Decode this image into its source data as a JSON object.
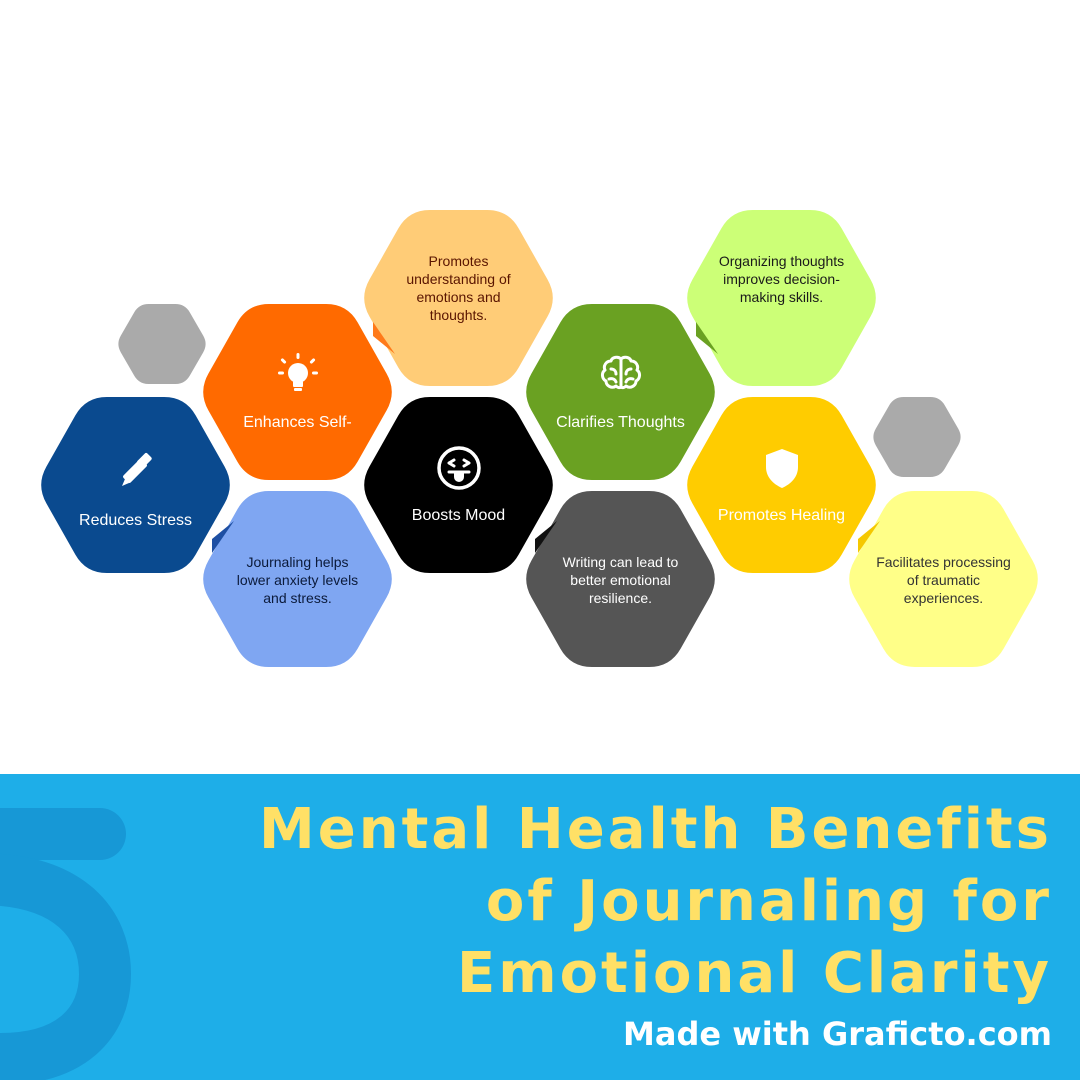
{
  "title": "Mental Health Benefits of Journaling for Emotional Clarity",
  "credit": "Made with Graficto.com",
  "hexagons": [
    {
      "id": "reduces-stress",
      "kind": "label",
      "label": "Reduces Stress",
      "icon": "pen-icon",
      "color": "#0a4a8f",
      "text_color": "#ffffff"
    },
    {
      "id": "enhances-self",
      "kind": "label",
      "label": "Enhances Self-",
      "icon": "lightbulb-icon",
      "color": "#ff6a00",
      "text_color": "#ffffff"
    },
    {
      "id": "boosts-mood",
      "kind": "label",
      "label": "Boosts Mood",
      "icon": "tongue-face-icon",
      "color": "#000000",
      "text_color": "#ffffff"
    },
    {
      "id": "clarifies-thoughts",
      "kind": "label",
      "label": "Clarifies Thoughts",
      "icon": "brain-icon",
      "color": "#6aa122",
      "text_color": "#ffffff"
    },
    {
      "id": "promotes-healing",
      "kind": "label",
      "label": "Promotes Healing",
      "icon": "shield-icon",
      "color": "#ffcc00",
      "text_color": "#ffffff"
    },
    {
      "id": "desc-understanding",
      "kind": "desc",
      "text": "Promotes understanding of emotions and thoughts.",
      "color": "#ffcc77",
      "text_color": "#5a1500",
      "fold_color": "#ff7a1a"
    },
    {
      "id": "desc-decision",
      "kind": "desc",
      "text": "Organizing thoughts improves decision-making skills.",
      "color": "#ccff77",
      "text_color": "#1a1a1a",
      "fold_color": "#6aa122"
    },
    {
      "id": "desc-anxiety",
      "kind": "desc",
      "text": "Journaling helps lower anxiety levels and stress.",
      "color": "#7fa6f2",
      "text_color": "#0b1a3a",
      "fold_color": "#1e4fa3"
    },
    {
      "id": "desc-resilience",
      "kind": "desc",
      "text": "Writing can lead to better emotional resilience.",
      "color": "#555555",
      "text_color": "#ffffff",
      "fold_color": "#111111"
    },
    {
      "id": "desc-traumatic",
      "kind": "desc",
      "text": "Facilitates processing of traumatic experiences.",
      "color": "#ffff88",
      "text_color": "#333333",
      "fold_color": "#f5c800"
    },
    {
      "id": "deco-left",
      "kind": "deco",
      "color": "#aaaaaa"
    },
    {
      "id": "deco-right",
      "kind": "deco",
      "color": "#aaaaaa"
    }
  ],
  "colors": {
    "footer": "#1eaee8",
    "title": "#ffe066",
    "credit": "#ffffff",
    "logo": "#1798d6"
  }
}
